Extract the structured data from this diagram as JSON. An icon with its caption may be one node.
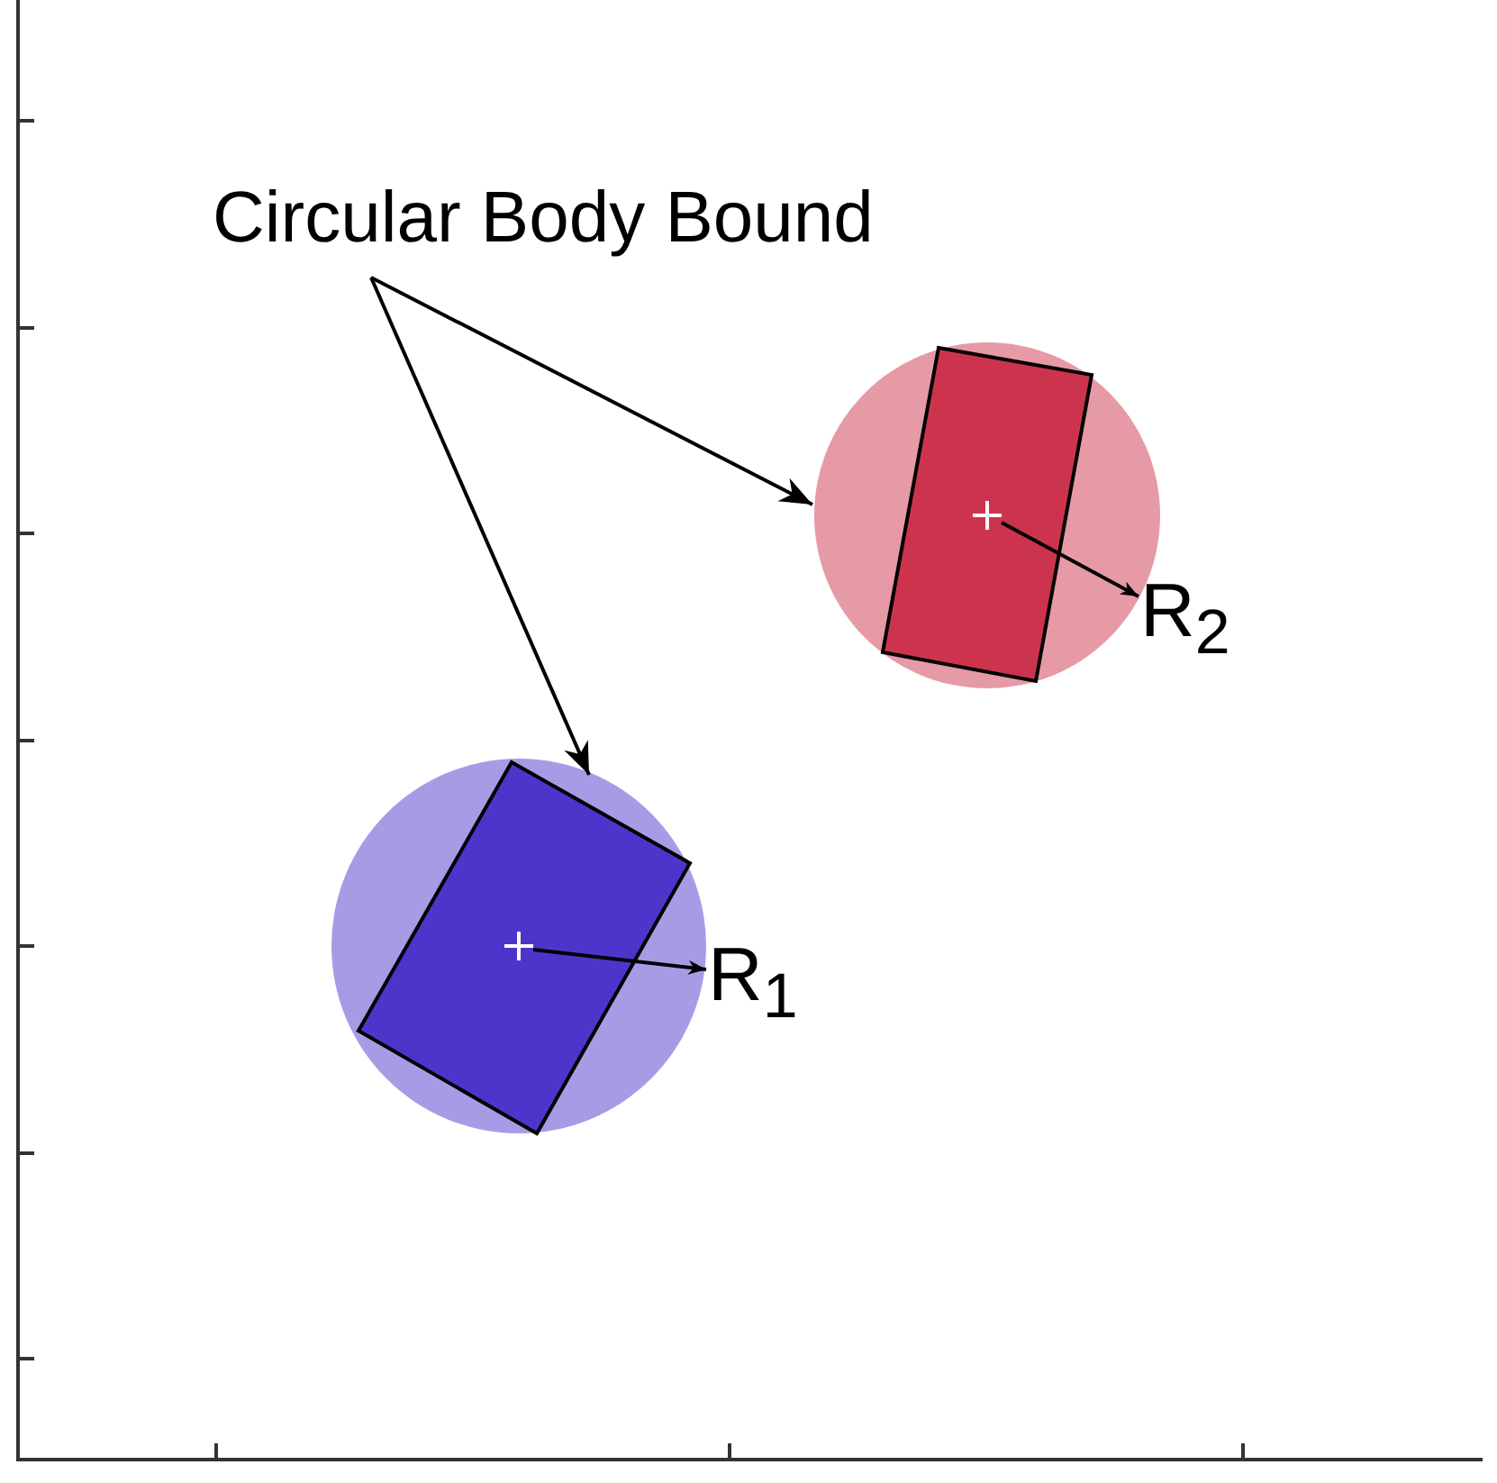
{
  "diagram": {
    "nodes": [
      {
        "text": [
          "Circular Body Bound"
        ]
      },
      {
        "text": [],
        "shape": "circle"
      },
      {
        "text": [],
        "shape": "box",
        "in": 1
      },
      {
        "text": [],
        "shape": "cross",
        "in": 2
      },
      {
        "text": [
          "R$_{2}$"
        ]
      },
      {
        "text": [],
        "shape": "circle"
      },
      {
        "text": [],
        "shape": "box",
        "in": 5
      },
      {
        "text": [],
        "shape": "cross",
        "in": 6
      },
      {
        "text": [
          "R$_{1}$"
        ]
      }
    ],
    "edges": [
      {
        "from": 0,
        "to": 1,
        "arrow": "to"
      },
      {
        "from": 0,
        "to": 5,
        "arrow": "to"
      },
      {
        "from": 3,
        "to": 4,
        "arrow": "to"
      },
      {
        "from": 7,
        "to": 8,
        "arrow": "to"
      }
    ]
  }
}
